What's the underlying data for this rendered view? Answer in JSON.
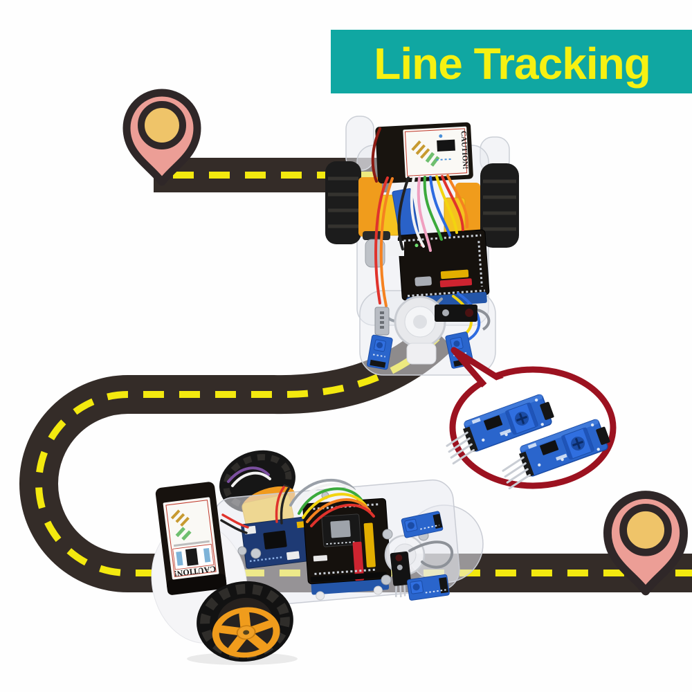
{
  "title_banner": {
    "label": "Line Tracking",
    "background_color": "#10A7A2",
    "text_color": "#F6F112"
  },
  "track": {
    "road_color": "#342C28",
    "dash_color": "#F3E90F",
    "start_pin": {
      "body_color": "#EC9E96",
      "outline_color": "#2F2728",
      "center_color": "#EFC469"
    },
    "end_pin": {
      "body_color": "#EC9E96",
      "outline_color": "#2F2728",
      "center_color": "#EFC469"
    }
  },
  "cars": [
    {
      "id": "top-car",
      "caution_label": "CAUTION!",
      "alt": "2WD Arduino smart car on road start, top view"
    },
    {
      "id": "bottom-car",
      "caution_label": "CAUTION!",
      "alt": "2WD Arduino smart car on lower road, three-quarter view"
    }
  ],
  "callout": {
    "outline_color": "#9C1220",
    "module_count": 2,
    "module_color": "#2A65CC",
    "content": "IR line-tracking sensor modules"
  }
}
